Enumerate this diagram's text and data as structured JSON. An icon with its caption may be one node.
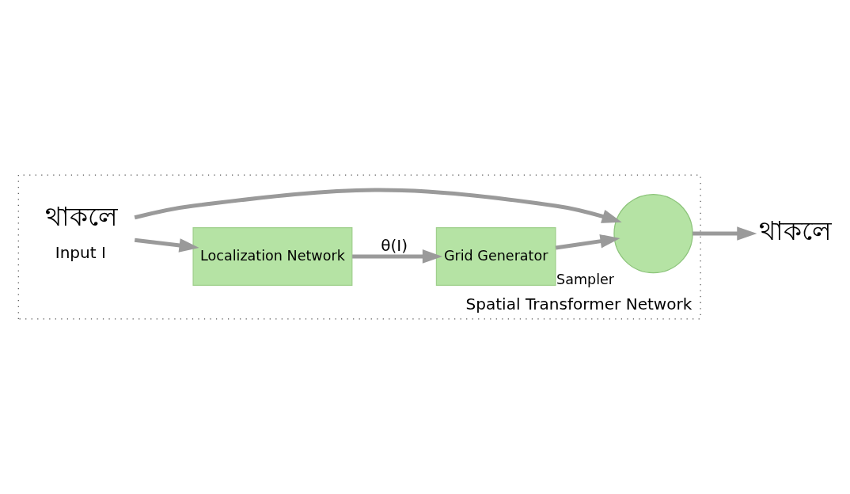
{
  "diagram": {
    "nodes": [
      {
        "text": [
          "Spatial Transformer Network"
        ]
      },
      {
        "text": [
          "Localization Network"
        ],
        "in": 0
      },
      {
        "text": [
          "Grid Generator"
        ],
        "in": 0
      },
      {
        "text": [
          "থাকলে"
        ],
        "in": 0,
        "beside": [
          "Input I"
        ]
      },
      {
        "text": [],
        "shape": "circle",
        "in": 0,
        "beside": [
          "Sampler"
        ]
      },
      {
        "text": [
          "থাকলে"
        ]
      }
    ],
    "edges": [
      {
        "from": 3,
        "to": 1,
        "arrow": "to"
      },
      {
        "from": 1,
        "to": 2,
        "arrow": "to",
        "label": "θ(I)"
      },
      {
        "from": 2,
        "to": 4,
        "arrow": "to"
      },
      {
        "from": 3,
        "to": 4,
        "arrow": "to"
      },
      {
        "from": 4,
        "to": 5,
        "arrow": "to"
      }
    ]
  }
}
